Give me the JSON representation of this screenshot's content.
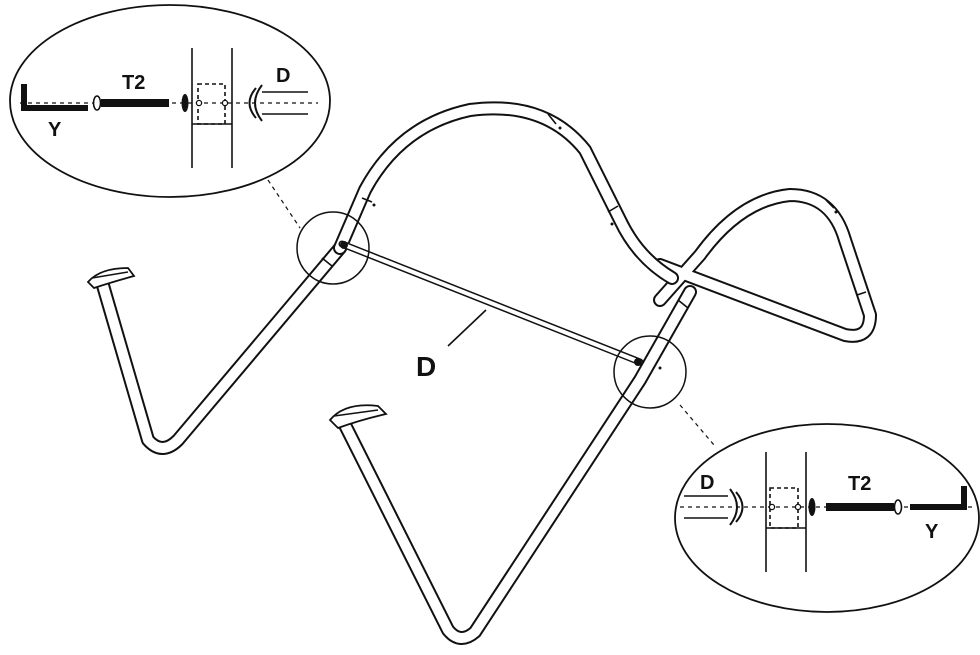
{
  "labels": {
    "crossbar": "D",
    "detail_top": {
      "allen_key": "Y",
      "bolt": "T2",
      "part": "D"
    },
    "detail_bottom": {
      "allen_key": "Y",
      "bolt": "T2",
      "part": "D"
    }
  },
  "colors": {
    "line": "#111111",
    "fill": "#ffffff"
  },
  "icons": {
    "allen_key": "allen-key-icon",
    "bolt": "bolt-icon",
    "washer": "washer-icon"
  }
}
